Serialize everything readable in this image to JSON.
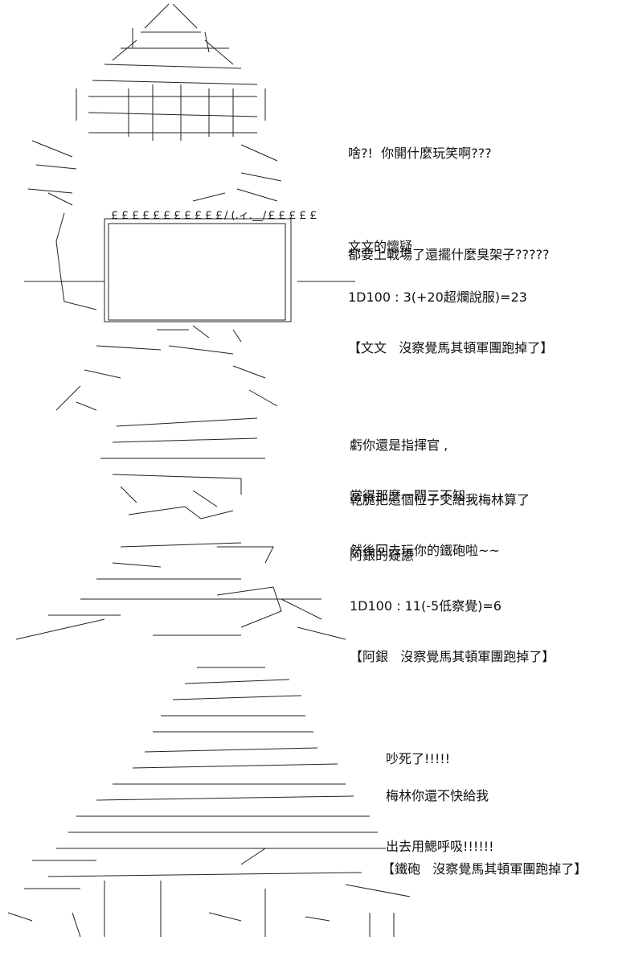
{
  "panel1": {
    "lines_a": [
      "啥?!  你開什麼玩笑啊???",
      "都要上戰場了還擺什麼臭架子?????"
    ],
    "lines_b": [
      "文文的懷疑",
      "1D100 : 3(+20超爛說服)=23",
      "【文文   沒察覺馬其頓軍團跑掉了】"
    ],
    "sign_text": "￡￡￡￡￡￡￡￡￡￡￡/ (.ィ.__/￡￡￡￡￡"
  },
  "panel2": {
    "lines_a": [
      "虧你還是指揮官 ,",
      "當得那麼一問三不知 ,"
    ],
    "lines_b": [
      "乾脆把這個位子交給我梅林算了",
      "然後回去玩你的鐵砲啦~~"
    ],
    "lines_c": [
      "阿銀的疑慮",
      "1D100 : 11(-5低察覺)=6",
      "【阿銀   沒察覺馬其頓軍團跑掉了】"
    ]
  },
  "panel3": {
    "lines_a": [
      "吵死了!!!!!"
    ],
    "lines_b": [
      "梅林你還不快給我",
      "出去用鰓呼吸!!!!!!"
    ],
    "lines_c": [
      "【鐵砲   沒察覺馬其頓軍團跑掉了】"
    ]
  }
}
